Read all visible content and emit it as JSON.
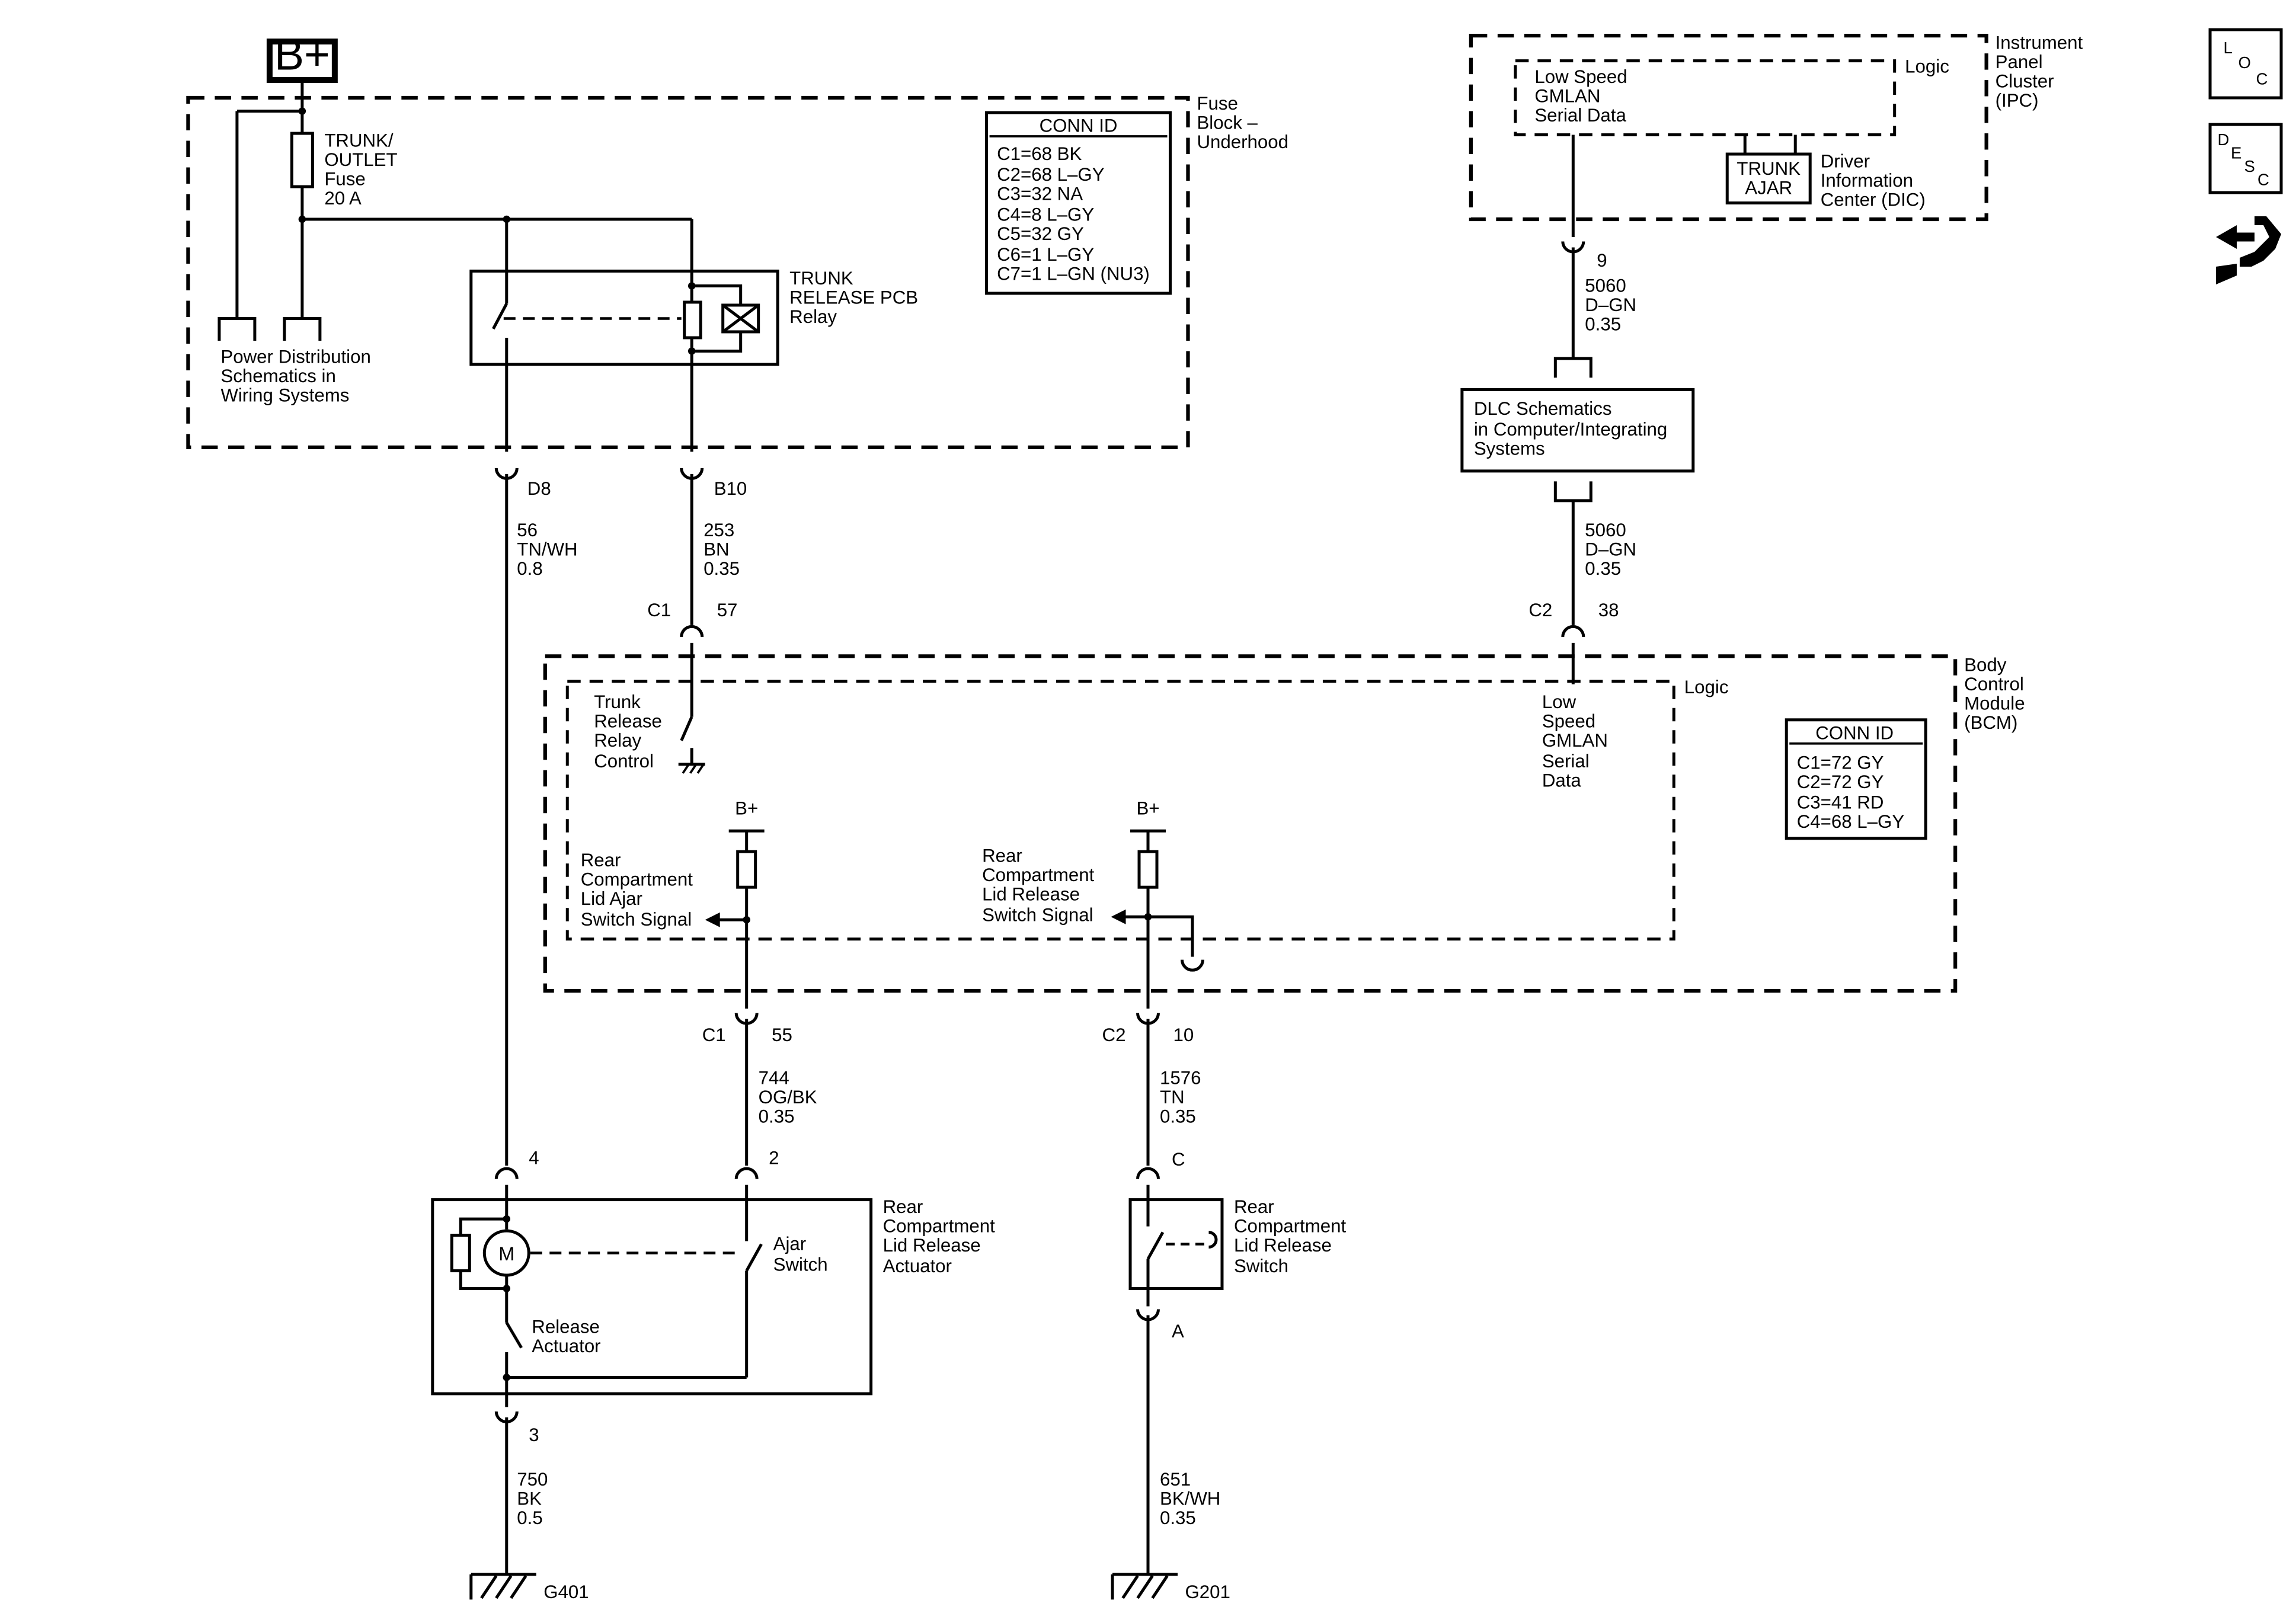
{
  "battery_label": "B+",
  "fuse_block": {
    "label": [
      "Fuse",
      "Block –",
      "Underhood"
    ],
    "fuse_label": [
      "TRUNK/",
      "OUTLET",
      "Fuse",
      "20 A"
    ],
    "power_dist_ref": [
      "Power Distribution",
      "Schematics in",
      "Wiring Systems"
    ],
    "relay_label": [
      "TRUNK",
      "RELEASE PCB",
      "Relay"
    ],
    "conn_id_title": "CONN ID",
    "conn_ids": [
      "C1=68 BK",
      "C2=68 L–GY",
      "C3=32 NA",
      "C4=8 L–GY",
      "C5=32 GY",
      "C6=1 L–GY",
      "C7=1 L–GN (NU3)"
    ]
  },
  "ipc": {
    "label": [
      "Instrument",
      "Panel",
      "Cluster",
      "(IPC)"
    ],
    "logic_label": "Logic",
    "gmlan_label": [
      "Low Speed",
      "GMLAN",
      "Serial Data"
    ],
    "trunk_ajar": [
      "TRUNK",
      "AJAR"
    ],
    "dic_label": [
      "Driver",
      "Information",
      "Center (DIC)"
    ]
  },
  "dlc": {
    "label": [
      "DLC Schematics",
      "in Computer/Integrating",
      "Systems"
    ]
  },
  "bcm": {
    "label": [
      "Body",
      "Control",
      "Module",
      "(BCM)"
    ],
    "logic_label": "Logic",
    "trunk_relay_control": [
      "Trunk",
      "Release",
      "Relay",
      "Control"
    ],
    "gmlan_label": [
      "Low",
      "Speed",
      "GMLAN",
      "Serial",
      "Data"
    ],
    "ajar_signal": [
      "Rear",
      "Compartment",
      "Lid Ajar",
      "Switch Signal"
    ],
    "release_signal": [
      "Rear",
      "Compartment",
      "Lid Release",
      "Switch Signal"
    ],
    "bplus": "B+",
    "conn_id_title": "CONN ID",
    "conn_ids": [
      "C1=72 GY",
      "C2=72 GY",
      "C3=41 RD",
      "C4=68 L–GY"
    ]
  },
  "actuator": {
    "label": [
      "Rear",
      "Compartment",
      "Lid Release",
      "Actuator"
    ],
    "motor": "M",
    "ajar_switch": [
      "Ajar",
      "Switch"
    ],
    "release_actuator": [
      "Release",
      "Actuator"
    ]
  },
  "release_switch": {
    "label": [
      "Rear",
      "Compartment",
      "Lid Release",
      "Switch"
    ]
  },
  "connectors": {
    "d8": "D8",
    "b10": "B10",
    "c1_57_conn": "C1",
    "c1_57_pin": "57",
    "c2_38_conn": "C2",
    "c2_38_pin": "38",
    "ipc_pin": "9",
    "c1_55_conn": "C1",
    "c1_55_pin": "55",
    "c2_10_conn": "C2",
    "c2_10_pin": "10",
    "act_pin4": "4",
    "act_pin2": "2",
    "act_pin3": "3",
    "sw_pinC": "C",
    "sw_pinA": "A"
  },
  "wires": {
    "w56": [
      "56",
      "TN/WH",
      "0.8"
    ],
    "w253": [
      "253",
      "BN",
      "0.35"
    ],
    "w5060a": [
      "5060",
      "D–GN",
      "0.35"
    ],
    "w5060b": [
      "5060",
      "D–GN",
      "0.35"
    ],
    "w744": [
      "744",
      "OG/BK",
      "0.35"
    ],
    "w1576": [
      "1576",
      "TN",
      "0.35"
    ],
    "w750": [
      "750",
      "BK",
      "0.5"
    ],
    "w651": [
      "651",
      "BK/WH",
      "0.35"
    ]
  },
  "grounds": {
    "g401": "G401",
    "g201": "G201"
  },
  "side_icons": {
    "loc": [
      "L",
      "O",
      "C"
    ],
    "desc": [
      "D",
      "E",
      "S",
      "C"
    ]
  }
}
